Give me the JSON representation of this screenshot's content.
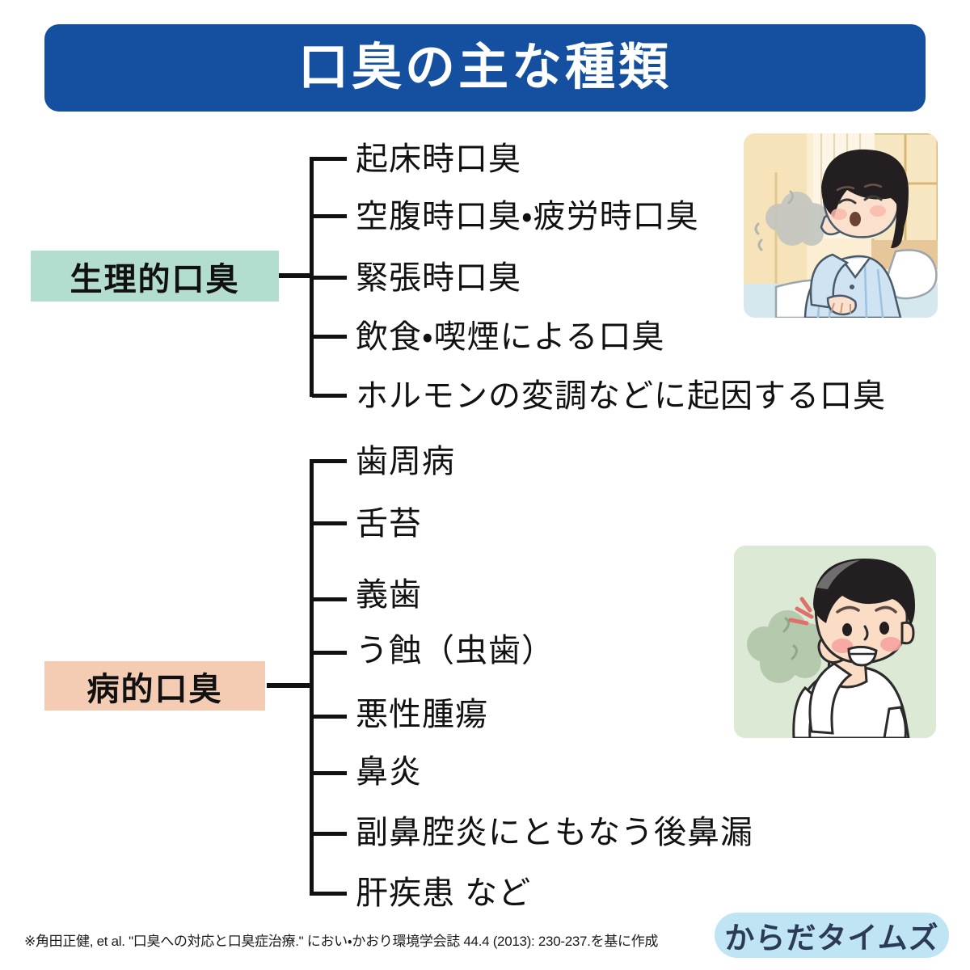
{
  "header": {
    "title": "口臭の主な種類",
    "banner_color": "#14509f",
    "title_color": "#ffffff"
  },
  "categories": [
    {
      "id": "physiological",
      "label": "生理的口臭",
      "chip_color": "#b3ddcf",
      "items": [
        "起床時口臭",
        "空腹時口臭・疲労時口臭",
        "緊張時口臭",
        "飲食・喫煙による口臭",
        "ホルモンの変調などに起因する口臭"
      ]
    },
    {
      "id": "pathological",
      "label": "病的口臭",
      "chip_color": "#f4ccb4",
      "items": [
        "歯周病",
        "舌苔",
        "義歯",
        "う蝕（虫歯）",
        "悪性腫瘍",
        "鼻炎",
        "副鼻腔炎にともなう後鼻漏",
        "肝疾患 など"
      ]
    }
  ],
  "illustrations": [
    {
      "id": "morning-breath",
      "alt": "起床時にベッドで口臭を気にする女性のイラスト",
      "background_color": "#fcefd6",
      "breath_color": "#b8bbb6"
    },
    {
      "id": "worried-breath",
      "alt": "口臭を気にして頬に手を当てる男性のイラスト",
      "background_color": "#dce9d4",
      "breath_color": "#a9bfa0"
    }
  ],
  "footer": {
    "citation": "※角田正健, et al. \"口臭への対応と口臭症治療.\" におい・かおり環境学会誌 44.4 (2013): 230-237.を基に作成",
    "brand": "からだタイムズ",
    "brand_badge_color": "#bfe4f4",
    "brand_text_color": "#2b3a55"
  }
}
